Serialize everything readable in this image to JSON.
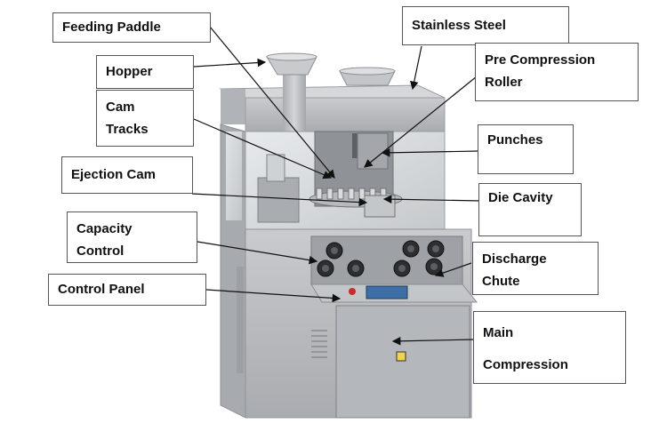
{
  "labels": {
    "feeding_paddle": "Feeding Paddle",
    "stainless_steel": "Stainless Steel",
    "hopper": "Hopper",
    "pre_compression_roller": [
      "Pre Compression",
      "Roller"
    ],
    "cam_tracks": [
      "Cam",
      "Tracks"
    ],
    "punches": "Punches",
    "ejection_cam": "Ejection Cam",
    "die_cavity": "Die Cavity",
    "capacity_control": [
      "Capacity",
      "Control"
    ],
    "discharge_chute": [
      "Discharge",
      "Chute"
    ],
    "control_panel": "Control Panel",
    "main_compression": [
      "Main",
      "Compression"
    ]
  },
  "colors": {
    "machine_steel": "#b9bcc0",
    "machine_dark": "#8f9296",
    "label_border": "#555555",
    "arrow": "#111111"
  }
}
